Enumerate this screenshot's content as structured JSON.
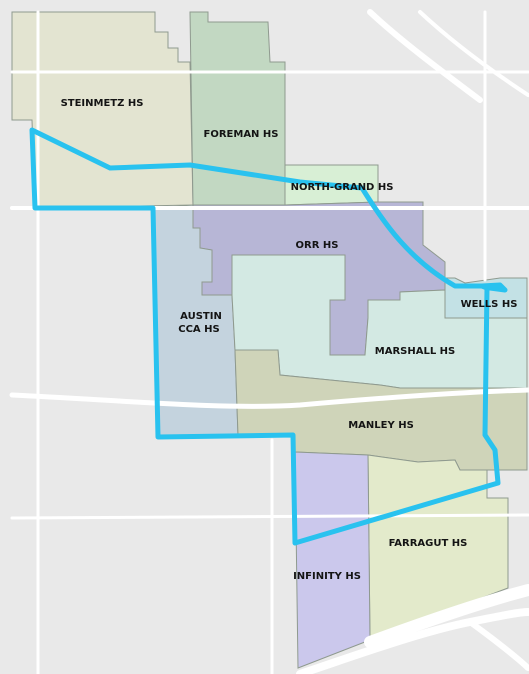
{
  "colors": {
    "background": "#e9e9e9",
    "road": "#ffffff",
    "route": "#29c2ef",
    "zone_border": "#8f9a8f"
  },
  "zones": [
    {
      "name": "steinmetz",
      "label": "STEINMETZ HS",
      "color": "#e3e4d1"
    },
    {
      "name": "foreman",
      "label": "FOREMAN HS",
      "color": "#c2d8c2"
    },
    {
      "name": "north-grand",
      "label": "NORTH-GRAND HS",
      "color": "#d8efd5"
    },
    {
      "name": "orr",
      "label": "ORR HS",
      "color": "#b7b6d6"
    },
    {
      "name": "wells",
      "label": "WELLS HS",
      "color": "#c3e1e5"
    },
    {
      "name": "austin-cca",
      "label_lines": [
        "AUSTIN",
        "CCA HS"
      ],
      "color": "#c4d3de"
    },
    {
      "name": "marshall",
      "label": "MARSHALL HS",
      "color": "#d3e9e3"
    },
    {
      "name": "manley",
      "label": "MANLEY HS",
      "color": "#cfd4b9"
    },
    {
      "name": "farragut",
      "label": "FARRAGUT HS",
      "color": "#e3eacb"
    },
    {
      "name": "infinity",
      "label": "INFINITY HS",
      "color": "#cbc8ec"
    }
  ]
}
